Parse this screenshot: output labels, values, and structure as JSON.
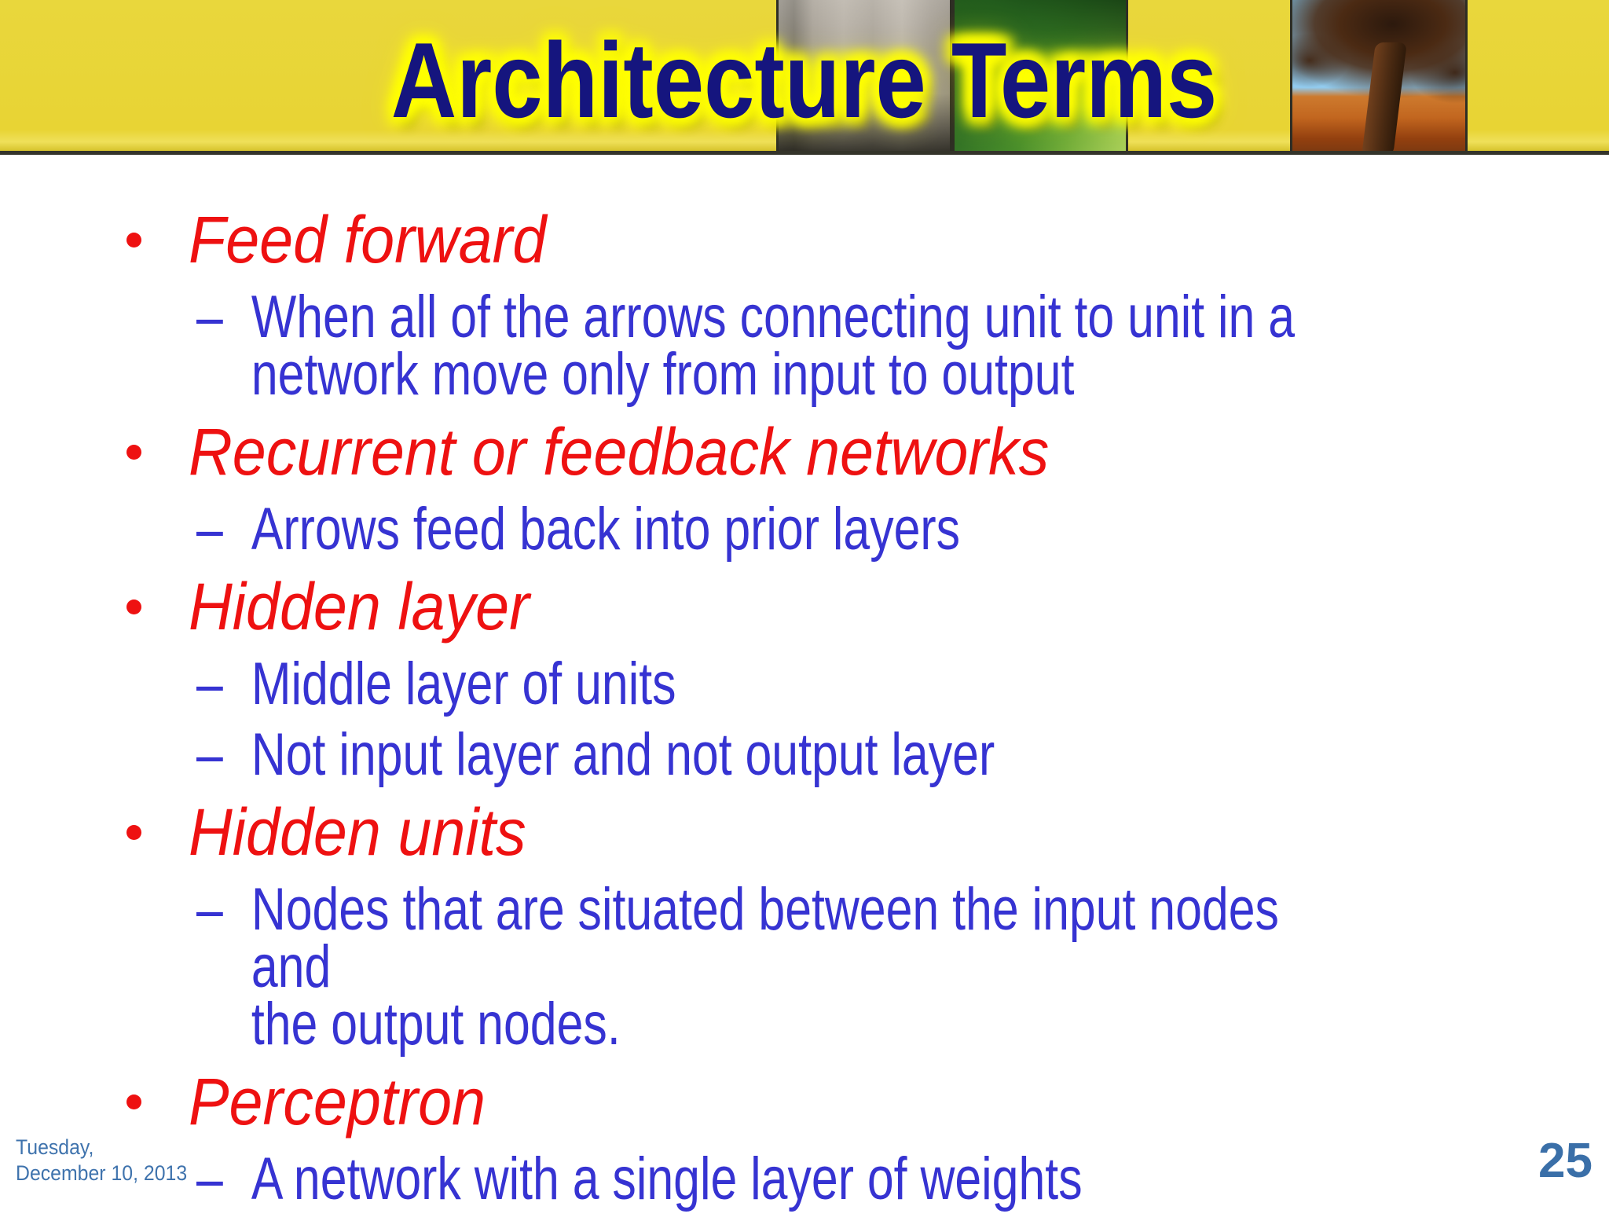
{
  "slide": {
    "title": "Architecture Terms",
    "sub_marker": "–",
    "bullets": [
      {
        "term": "Feed forward",
        "subs": [
          [
            "When all of the arrows connecting unit to unit in a",
            "network move only from input to output"
          ]
        ]
      },
      {
        "term": "Recurrent or feedback networks",
        "subs": [
          [
            "Arrows feed back into prior layers"
          ]
        ]
      },
      {
        "term": "Hidden layer",
        "subs": [
          [
            "Middle layer of units"
          ],
          [
            "Not input layer and not output layer"
          ]
        ]
      },
      {
        "term": "Hidden units",
        "subs": [
          [
            "Nodes that are situated between the input nodes and",
            "the output nodes."
          ]
        ]
      },
      {
        "term": "Perceptron",
        "subs": [
          [
            "A network with a single layer of weights"
          ]
        ]
      }
    ],
    "footer": {
      "date_lines": [
        "Tuesday,",
        "December 10, 2013"
      ],
      "page_number": "25"
    },
    "header_photos": [
      "waterfall-photo",
      "grass-photo",
      "desert-tree-photo"
    ],
    "colors": {
      "band_yellow": "#e8d434",
      "glow_yellow": "#ffff00",
      "title_navy": "#15157e",
      "term_red": "#ee1111",
      "body_blue": "#3633d2",
      "footer_blue": "#3f73ad",
      "page_number_blue": "#3a6fa8"
    }
  }
}
